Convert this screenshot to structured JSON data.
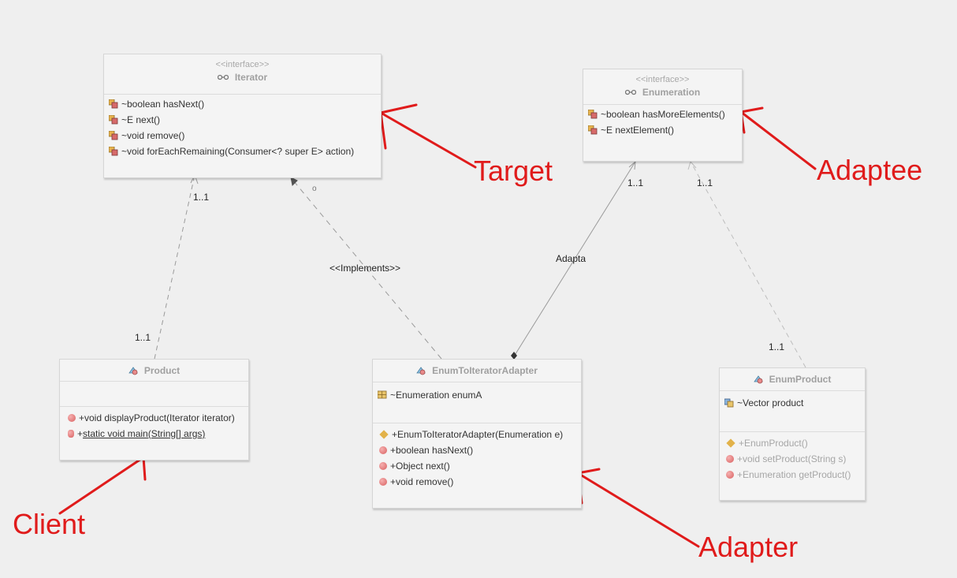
{
  "classes": {
    "iterator": {
      "stereotype": "<<interface>>",
      "name": "Iterator",
      "operations": [
        "~boolean hasNext()",
        "~E next()",
        "~void remove()",
        "~void forEachRemaining(Consumer<? super E> action)"
      ]
    },
    "enumeration": {
      "stereotype": "<<interface>>",
      "name": "Enumeration",
      "operations": [
        "~boolean hasMoreElements()",
        "~E nextElement()"
      ]
    },
    "product": {
      "name": "Product",
      "operations": {
        "display": "+void displayProduct(Iterator iterator)",
        "main_vis": "+",
        "main_sig": "static void main(String[] args)"
      }
    },
    "adapter": {
      "name": "EnumToIteratorAdapter",
      "attributes": [
        "~Enumeration enumA"
      ],
      "operations": [
        "+EnumToIteratorAdapter(Enumeration e)",
        "+boolean hasNext()",
        "+Object next()",
        "+void remove()"
      ]
    },
    "enumproduct": {
      "name": "EnumProduct",
      "attributes": [
        "~Vector product"
      ],
      "operations": [
        "+EnumProduct()",
        "+void setProduct(String s)",
        "+Enumeration getProduct()"
      ]
    }
  },
  "connectors": {
    "product_iterator_top": "1..1",
    "product_iterator_bottom": "1..1",
    "implements": "<<Implements>>",
    "implements_marker": "o",
    "adapta": "Adapta",
    "adapter_enum": "1..1",
    "enumproduct_enum_top": "1..1",
    "enumproduct_enum_bottom": "1..1"
  },
  "annotations": {
    "target": "Target",
    "adaptee": "Adaptee",
    "client": "Client",
    "adapter": "Adapter"
  },
  "colors": {
    "annotation": "#e01b1b",
    "connector": "#9a9a9a",
    "class_bg": "#f4f4f4"
  }
}
